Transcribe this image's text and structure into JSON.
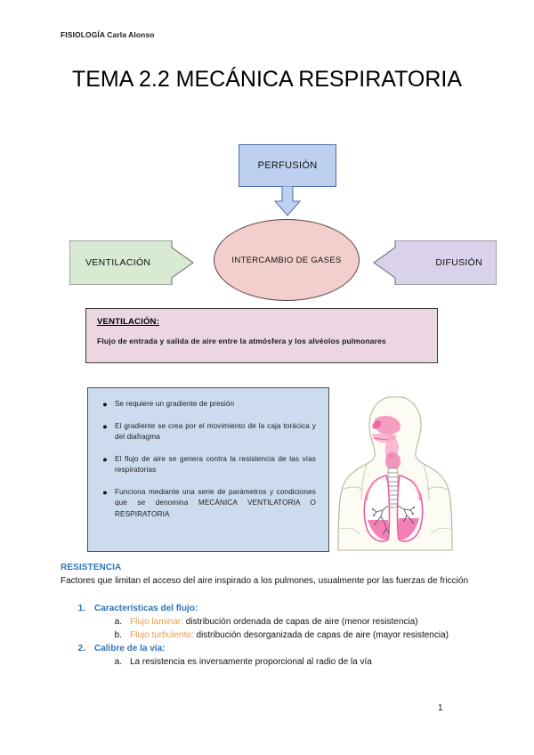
{
  "document": {
    "header": "FISIOLOGÍA Carla Alonso",
    "title": "TEMA 2.2 MECÁNICA RESPIRATORIA",
    "page_number": "1"
  },
  "diagram": {
    "perfusion_label": "PERFUSIÓN",
    "center_label": "INTERCAMBIO DE GASES",
    "ventilacion_label": "VENTILACIÓN",
    "difusion_label": "DIFUSIÓN",
    "colors": {
      "perfusion_fill": "#bdd0ef",
      "perfusion_border": "#4a6fa5",
      "center_fill": "#f2cfcd",
      "ventilacion_fill": "#d9ead3",
      "difusion_fill": "#d9d2ea"
    }
  },
  "definition_box": {
    "title": "VENTILACIÓN:",
    "text": "Flujo de entrada y salida de aire entre la atmósfera y los alvéolos pulmonares",
    "fill": "#ecd6e2"
  },
  "bullet_box": {
    "fill": "#ccdcee",
    "bullet_glyph": "●",
    "items": [
      "Se requiere un gradiente de presión",
      "El gradiente se crea por el movimiento de la caja torácica y del diafragma",
      "El flujo de aire se genera contra la resistencia de las vías respiratorias",
      "Funciona mediante una serie de parámetros y condiciones que se denomina MECÁNICA VENTILATORIA O RESPIRATORIA"
    ]
  },
  "anatomy": {
    "caption": "respiratory-system-illustration"
  },
  "resistencia": {
    "heading": "RESISTENCIA",
    "heading_color": "#2e74b5",
    "paragraph": "Factores que limitan el acceso del aire inspirado a los pulmones, usualmente por las fuerzas de fricción",
    "items": [
      {
        "marker": "1.",
        "title": "Características del flujo:",
        "subitems": [
          {
            "marker": "a.",
            "term": "Flujo laminar:",
            "text": " distribución ordenada de capas de aire (menor resistencia)"
          },
          {
            "marker": "b.",
            "term": "Flujo turbulento:",
            "text": " distribución desorganizada de capas de aire (mayor resistencia)"
          }
        ]
      },
      {
        "marker": "2.",
        "title": "Calibre de la vía:",
        "subitems": [
          {
            "marker": "a.",
            "term": "",
            "text": "La resistencia es inversamente proporcional al radio de la vía"
          }
        ]
      }
    ],
    "term_color": "#ed9b4a"
  }
}
